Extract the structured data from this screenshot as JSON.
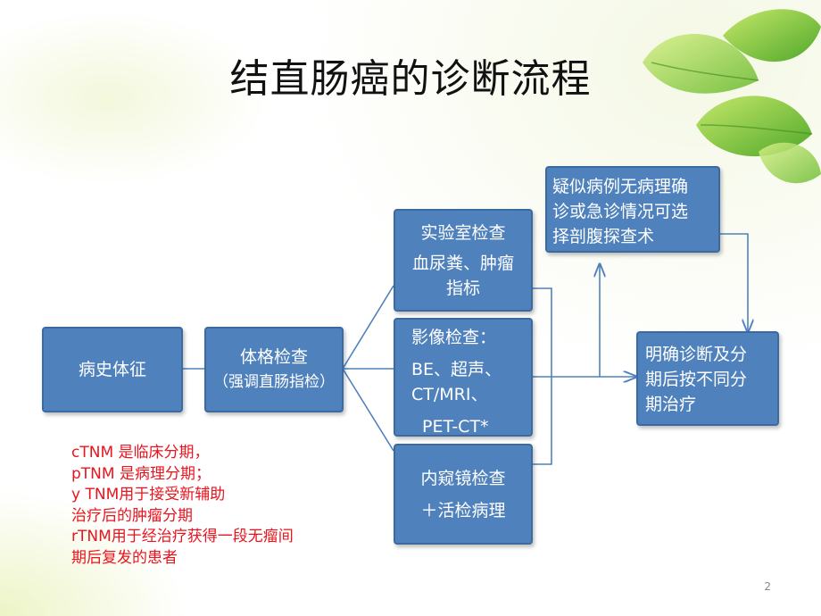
{
  "slide": {
    "title": "结直肠癌的诊断流程",
    "page_number": "2"
  },
  "nodes": {
    "history": {
      "text": "病史体征"
    },
    "physical_exam": {
      "line1": "体格检查",
      "line2": "（强调直肠指检）"
    },
    "lab_test": {
      "line1": "实验室检查",
      "line2": "血尿粪、肿瘤",
      "line3": "指标"
    },
    "imaging": {
      "line1": "影像检查：",
      "line2": "BE、超声、",
      "line3": "CT/MRI、",
      "line4": "PET-CT*"
    },
    "endoscopy": {
      "line1": "内窥镜检查",
      "line2": "＋活检病理"
    },
    "suspected": {
      "line1": "疑似病例无病理确",
      "line2": "诊或急诊情况可选",
      "line3": "择剖腹探查术"
    },
    "diagnosis": {
      "line1": "明确诊断及分",
      "line2": "期后按不同分",
      "line3": "期治疗"
    }
  },
  "notes": [
    "cTNM 是临床分期，",
    "pTNM 是病理分期；",
    "y TNM用于接受新辅助",
    "治疗后的肿瘤分期",
    "rTNM用于经治疗获得一段无瘤间",
    "期后复发的患者"
  ],
  "colors": {
    "box_fill": "#4f81bd",
    "box_border": "#3b6aa0",
    "connector": "#4f81bd",
    "note_text": "#e8141e"
  }
}
